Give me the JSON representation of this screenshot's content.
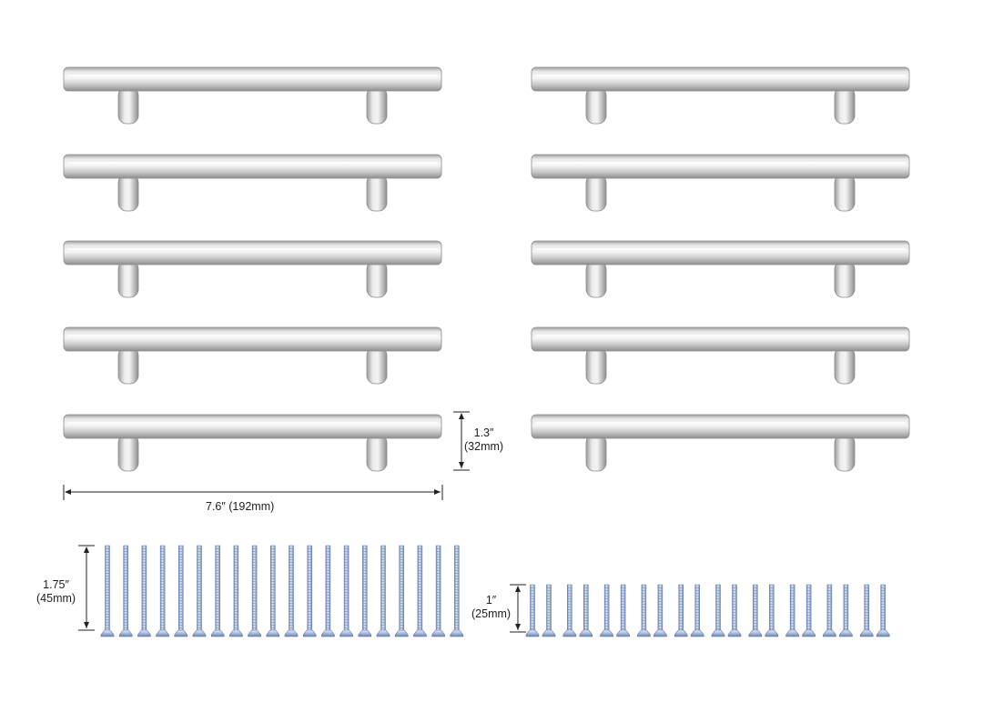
{
  "product": {
    "handle_count": 10,
    "handle_colors": {
      "light": "#f2f2f2",
      "mid": "#cfcfcf",
      "dark": "#9a9a9a",
      "edge": "#8c8c8c"
    },
    "screw_colors": {
      "light": "#dfe9f7",
      "mid": "#a9bfe0",
      "dark": "#6f89b8"
    }
  },
  "dimensions": {
    "handle_length": "7.6″ (192mm)",
    "handle_height_in": "1.3″",
    "handle_height_mm": "(32mm)",
    "long_screw_in": "1.75″",
    "long_screw_mm": "(45mm)",
    "short_screw_in": "1″",
    "short_screw_mm": "(25mm)"
  },
  "screws": {
    "long_count": 20,
    "short_count": 20
  }
}
